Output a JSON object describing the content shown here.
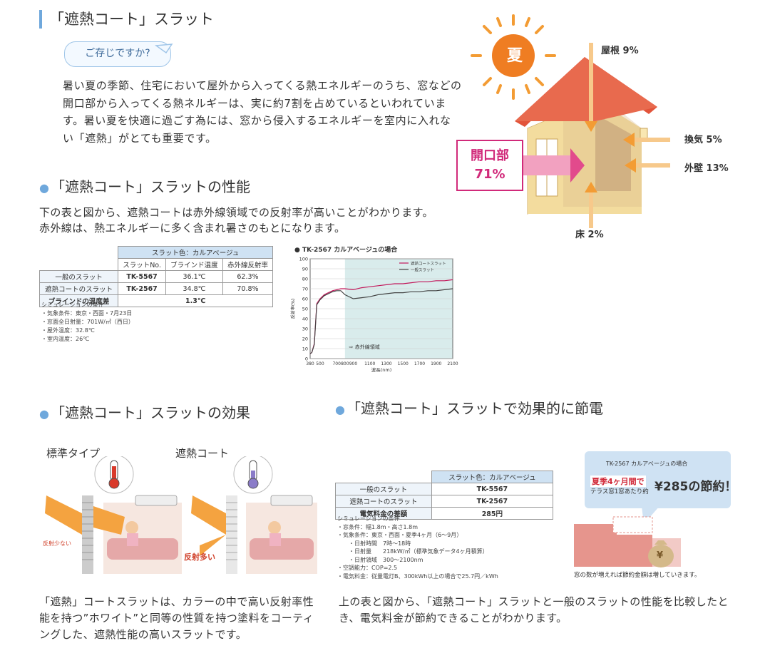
{
  "title": "「遮熱コート」スラット",
  "bubble": "ご存じですか?",
  "intro": "暑い夏の季節、住宅において屋外から入ってくる熱エネルギーのうち、窓などの開口部から入ってくる熱ネルギーは、実に約7割を占めているといわれています。暑い夏を快適に過ごす為には、窓から侵入するエネルギーを室内に入れない「遮熱」がとても重要です。",
  "house": {
    "sun_label": "夏",
    "roof": "屋根 9%",
    "vent": "換気 5%",
    "wall": "外壁 13%",
    "floor": "床 2%",
    "opening_label": "開口部",
    "opening_value": "71%"
  },
  "perf": {
    "heading": "「遮熱コート」スラットの性能",
    "desc1": "下の表と図から、遮熱コートは赤外線領域での反射率が高いことがわかります。",
    "desc2": "赤外線は、熱エネルギーに多く含まれ暑さのもとになります。"
  },
  "spec_table": {
    "group_header": "スラット色：カルアベージュ",
    "columns": [
      "スラットNo.",
      "ブラインド温度",
      "赤外線反射率"
    ],
    "rows": [
      {
        "label": "一般のスラット",
        "cells": [
          "TK-5567",
          "36.1℃",
          "62.3%"
        ]
      },
      {
        "label": "遮熱コートのスラット",
        "cells": [
          "TK-2567",
          "34.8℃",
          "70.8%"
        ]
      }
    ],
    "diff_label": "ブラインドの温度差",
    "diff_value": "1.3℃"
  },
  "sim_notes": [
    "シミュレーションの条件",
    "・気象条件：東京・西面・7月23日",
    "・窓面全日射量：701W/㎡（西日）",
    "・屋外温度：32.8℃",
    "・室内温度：26℃"
  ],
  "chart_data": {
    "type": "line",
    "title": "● TK-2567 カルアベージュの場合",
    "ylabel": "反射率(%)",
    "xlabel": "波長(nm)",
    "xlim": [
      300,
      2100
    ],
    "ylim": [
      0,
      100
    ],
    "xticks": [
      "380",
      "500",
      "700",
      "800",
      "900",
      "1100",
      "1300",
      "1500",
      "1700",
      "1900",
      "2100"
    ],
    "yticks": [
      "0",
      "10",
      "20",
      "30",
      "40",
      "50",
      "60",
      "70",
      "80",
      "90",
      "100"
    ],
    "ir_label": "⇨ 赤外線領域",
    "series": [
      {
        "name": "遮熱コートスラット",
        "color": "#c2185b",
        "x": [
          380,
          400,
          430,
          460,
          500,
          550,
          600,
          650,
          700,
          750,
          800,
          900,
          1000,
          1100,
          1200,
          1300,
          1400,
          1500,
          1600,
          1700,
          1800,
          1900,
          2000,
          2100
        ],
        "y": [
          5,
          6,
          15,
          55,
          60,
          64,
          66,
          68,
          69,
          70,
          70,
          69,
          71,
          72,
          73,
          74,
          75,
          75,
          76,
          77,
          77,
          78,
          78,
          79
        ]
      },
      {
        "name": "一般スラット",
        "color": "#444444",
        "x": [
          380,
          400,
          430,
          460,
          500,
          550,
          600,
          650,
          700,
          750,
          800,
          900,
          1000,
          1100,
          1200,
          1300,
          1400,
          1500,
          1600,
          1700,
          1800,
          1900,
          2000,
          2100
        ],
        "y": [
          5,
          6,
          14,
          54,
          59,
          63,
          65,
          67,
          68,
          68,
          64,
          60,
          61,
          62,
          64,
          65,
          66,
          66,
          67,
          67,
          68,
          68,
          69,
          70
        ]
      }
    ]
  },
  "effect": {
    "heading": "「遮熱コート」スラットの効果",
    "standard_label": "標準タイプ",
    "coat_label": "遮熱コート",
    "reflect_small": "反射少ない",
    "reflect_large": "反射多い",
    "desc": "「遮熱」コートスラットは、カラーの中で高い反射率性能を持つ”ホワイト”と同等の性質を持つ塗料をコーティングした、遮熱性能の高いスラットです。"
  },
  "saving": {
    "heading": "「遮熱コート」スラットで効果的に節電",
    "table_header": "スラット色：カルアベージュ",
    "rows": [
      {
        "label": "一般のスラット",
        "value": "TK-5567"
      },
      {
        "label": "遮熱コートのスラット",
        "value": "TK-2567"
      },
      {
        "label": "電気料金の差額",
        "value": "285円"
      }
    ],
    "notes": [
      "シミュレーションの条件",
      "・窓条件：幅1.8m・高さ1.8m",
      "・気象条件：東京・西面・夏季4ヶ月（6〜9月）",
      "　　・日射時間　7時〜18時",
      "　　・日射量　　218kW/㎡（標準気象データ4ヶ月積算）",
      "　　・日射領域　300〜2100nm",
      "・空調能力：COP=2.5",
      "・電気料金：従量電灯B、300kWh以上の場合で25.7円／kWh"
    ],
    "box_title": "TK-2567 カルアベージュの場合",
    "box_line1": "夏季4ヶ月間で",
    "box_line2": "テラス窓1窓あたり約",
    "box_amount": "¥285の節約！",
    "yen": "¥",
    "caption": "窓の数が増えれば節約金額は増していきます。",
    "desc": "上の表と図から、「遮熱コート」スラットと一般のスラットの性能を比較したとき、電気料金が節約できることがわかります。"
  }
}
